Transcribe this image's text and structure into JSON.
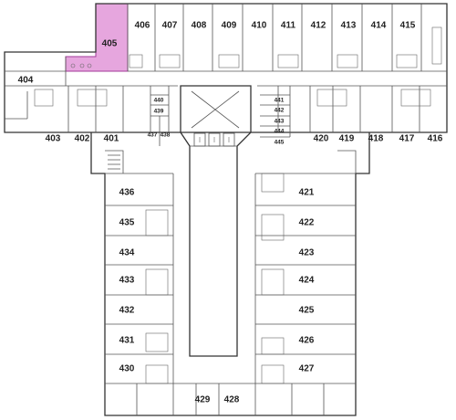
{
  "colors": {
    "highlight": "#e6a6de",
    "highlight_stroke": "#a33a99",
    "wall": "#333333"
  },
  "rooms": [
    {
      "id": "405",
      "label": "405",
      "highlighted": true
    },
    {
      "id": "406",
      "label": "406"
    },
    {
      "id": "407",
      "label": "407"
    },
    {
      "id": "408",
      "label": "408"
    },
    {
      "id": "409",
      "label": "409"
    },
    {
      "id": "410",
      "label": "410"
    },
    {
      "id": "411",
      "label": "411"
    },
    {
      "id": "412",
      "label": "412"
    },
    {
      "id": "413",
      "label": "413"
    },
    {
      "id": "414",
      "label": "414"
    },
    {
      "id": "415",
      "label": "415"
    },
    {
      "id": "404",
      "label": "404"
    },
    {
      "id": "403",
      "label": "403"
    },
    {
      "id": "402",
      "label": "402"
    },
    {
      "id": "401",
      "label": "401"
    },
    {
      "id": "440",
      "label": "440"
    },
    {
      "id": "439",
      "label": "439"
    },
    {
      "id": "438",
      "label": "438"
    },
    {
      "id": "437",
      "label": "437"
    },
    {
      "id": "441",
      "label": "441"
    },
    {
      "id": "442",
      "label": "442"
    },
    {
      "id": "443",
      "label": "443"
    },
    {
      "id": "444",
      "label": "444"
    },
    {
      "id": "445",
      "label": "445"
    },
    {
      "id": "420",
      "label": "420"
    },
    {
      "id": "419",
      "label": "419"
    },
    {
      "id": "418",
      "label": "418"
    },
    {
      "id": "417",
      "label": "417"
    },
    {
      "id": "416",
      "label": "416"
    },
    {
      "id": "436",
      "label": "436"
    },
    {
      "id": "435",
      "label": "435"
    },
    {
      "id": "434",
      "label": "434"
    },
    {
      "id": "433",
      "label": "433"
    },
    {
      "id": "432",
      "label": "432"
    },
    {
      "id": "431",
      "label": "431"
    },
    {
      "id": "430",
      "label": "430"
    },
    {
      "id": "421",
      "label": "421"
    },
    {
      "id": "422",
      "label": "422"
    },
    {
      "id": "423",
      "label": "423"
    },
    {
      "id": "424",
      "label": "424"
    },
    {
      "id": "425",
      "label": "425"
    },
    {
      "id": "426",
      "label": "426"
    },
    {
      "id": "427",
      "label": "427"
    },
    {
      "id": "429",
      "label": "429"
    },
    {
      "id": "428",
      "label": "428"
    }
  ]
}
